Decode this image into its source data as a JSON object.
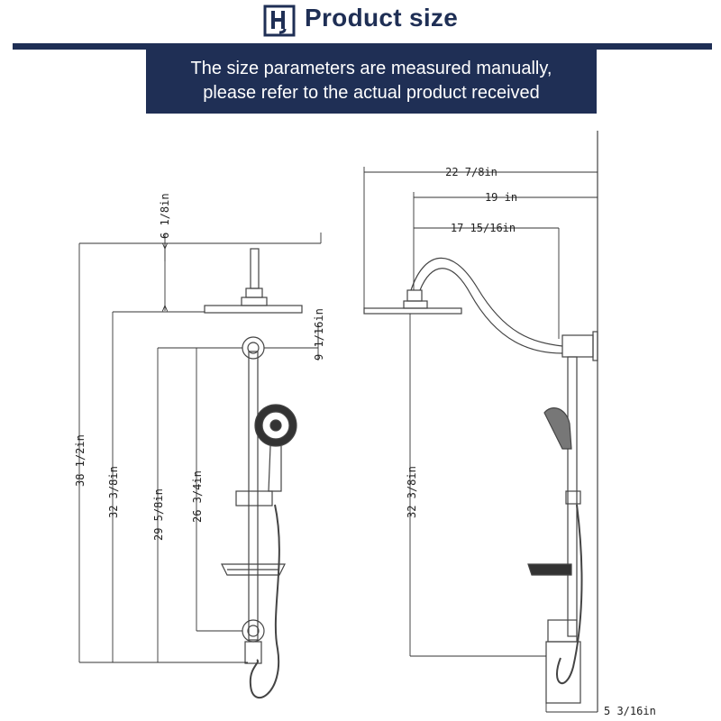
{
  "header": {
    "logo_icon": "hj-logo-icon",
    "title": "Product size",
    "accent_color": "#1f2f55"
  },
  "banner": {
    "line1": "The size parameters are measured manually,",
    "line2": "please refer to the actual product received"
  },
  "left_view": {
    "dims": {
      "top_pipe_height": "6 1/8in",
      "total_height": "38 1/2in",
      "head_to_bottom": "32 3/8in",
      "upper_bracket_to_bottom": "29 5/8in",
      "bracket_to_bracket": "26 3/4in",
      "head_to_bracket": "9 1/16in"
    }
  },
  "right_view": {
    "dims": {
      "overall_reach": "22 7/8in",
      "arm_reach": "19 in",
      "head_center_reach": "17 15/16in",
      "head_to_bottom": "32 3/8in",
      "wall_offset": "5 3/16in"
    }
  }
}
